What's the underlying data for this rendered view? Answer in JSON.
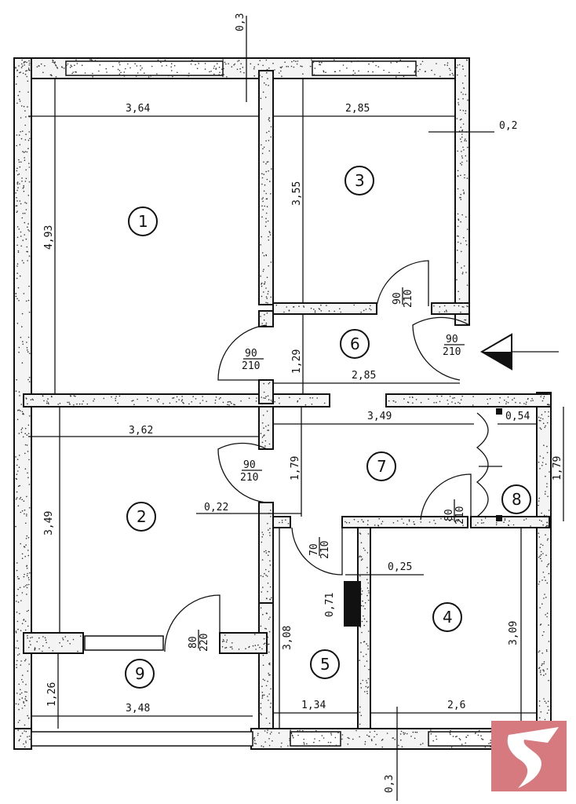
{
  "rooms": [
    {
      "id": "1"
    },
    {
      "id": "2"
    },
    {
      "id": "3"
    },
    {
      "id": "4"
    },
    {
      "id": "5"
    },
    {
      "id": "6"
    },
    {
      "id": "7"
    },
    {
      "id": "8"
    },
    {
      "id": "9"
    }
  ],
  "dims": {
    "wall_top": "0,3",
    "room1_width": "3,64",
    "room1_height": "4,93",
    "room3_width": "2,85",
    "room3_height": "3,55",
    "wall_right": "0,2",
    "hall6_height": "1,29",
    "hall6_width": "2,85",
    "room2_width": "3,62",
    "room2_height": "3,49",
    "hall7_width": "3,49",
    "closet_width": "0,54",
    "hall7_height": "1,79",
    "outer_height": "1,79",
    "wall_gap": "0,22",
    "wall_bath": "0,25",
    "duct": "0,71",
    "room5_height": "3,08",
    "room4_height": "3,09",
    "room9_height": "1,26",
    "room9_width": "3,48",
    "room5_width": "1,34",
    "room4_width": "2,6",
    "wall_bottom": "0,3"
  },
  "doors": {
    "d3": [
      "90",
      "210"
    ],
    "d1": [
      "90",
      "210"
    ],
    "entry": [
      "90",
      "210"
    ],
    "d2": [
      "90",
      "210"
    ],
    "d8": [
      "80",
      "210"
    ],
    "d5": [
      "70",
      "210"
    ],
    "d9": [
      "80",
      "220"
    ]
  },
  "colors": {
    "logo": "#d77a80"
  },
  "icons": {
    "entrance": "triangle-arrow-icon",
    "logo": "bird-logo-icon"
  }
}
